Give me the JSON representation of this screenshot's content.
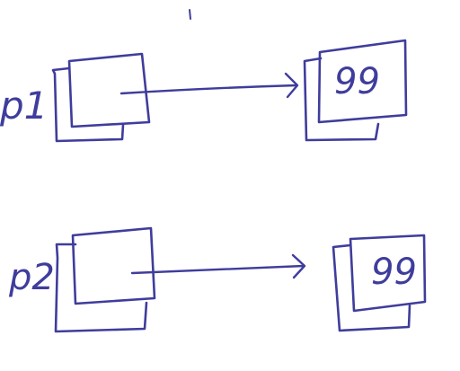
{
  "colors": {
    "background": "#ffffff",
    "ink": "#3f3d9c"
  },
  "rows": [
    {
      "pointer_label": "p1",
      "value": "99"
    },
    {
      "pointer_label": "p2",
      "value": "99"
    }
  ]
}
